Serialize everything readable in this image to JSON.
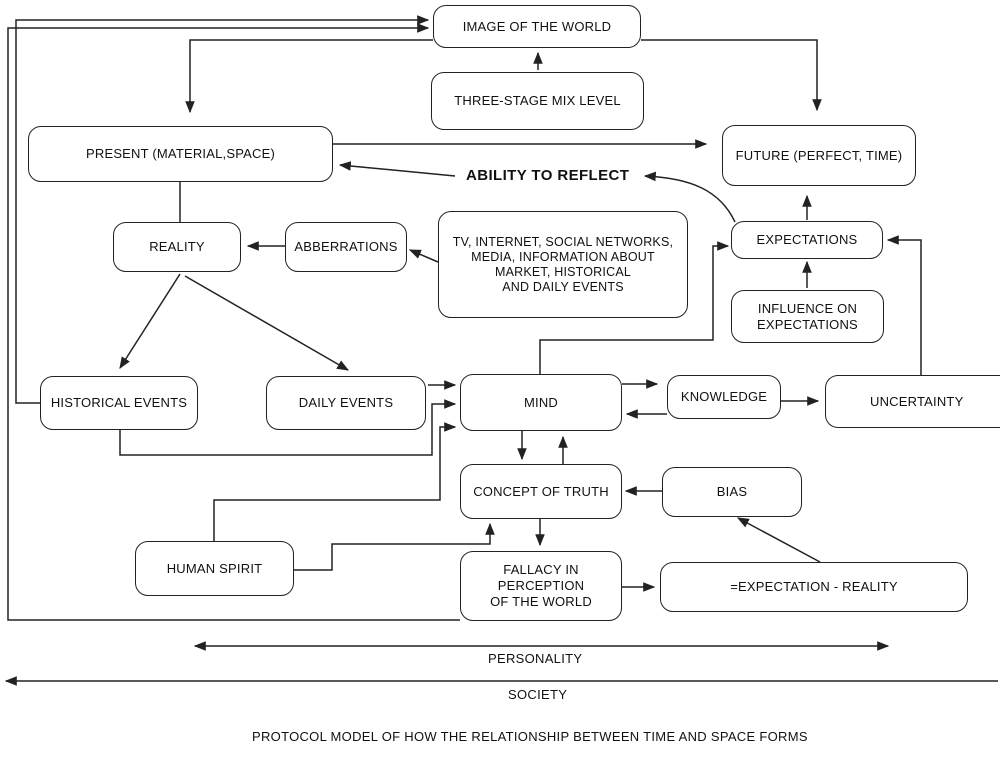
{
  "nodes": {
    "image_of_world": "IMAGE OF THE WORLD",
    "three_stage": "THREE-STAGE MIX LEVEL",
    "present": "PRESENT (MATERIAL,SPACE)",
    "future": "FUTURE (PERFECT, TIME)",
    "ability": "ABILITY TO REFLECT",
    "reality": "REALITY",
    "abberrations": "ABBERRATIONS",
    "media": "TV, INTERNET, SOCIAL NETWORKS,\nMEDIA, INFORMATION ABOUT\nMARKET, HISTORICAL\nAND DAILY EVENTS",
    "expectations": "EXPECTATIONS",
    "influence": "INFLUENCE ON\nEXPECTATIONS",
    "historical": "HISTORICAL EVENTS",
    "daily": "DAILY EVENTS",
    "mind": "MIND",
    "knowledge": "KNOWLEDGE",
    "uncertainty": "UNCERTAINTY",
    "concept_truth": "CONCEPT OF TRUTH",
    "bias": "BIAS",
    "human_spirit": "HUMAN SPIRIT",
    "fallacy": "FALLACY IN\nPERCEPTION\nOF THE WORLD",
    "expectation_reality": "=EXPECTATION - REALITY"
  },
  "labels": {
    "personality": "PERSONALITY",
    "society": "SOCIETY",
    "caption": "PROTOCOL MODEL OF HOW THE RELATIONSHIP BETWEEN TIME AND SPACE FORMS"
  }
}
